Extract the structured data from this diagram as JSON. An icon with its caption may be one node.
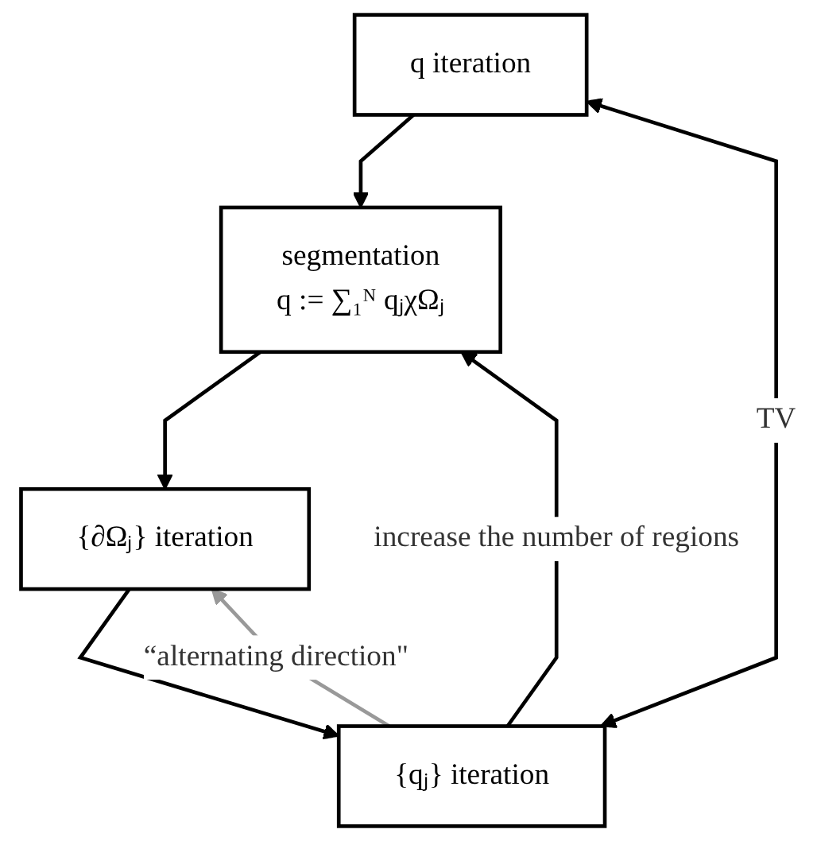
{
  "diagram": {
    "nodes": [
      {
        "text": [
          "q iteration"
        ]
      },
      {
        "text": [
          "segmentation",
          "q := ∑₁ᴺ qⱼχΩⱼ"
        ]
      },
      {
        "text": [
          "{∂Ωⱼ} iteration"
        ]
      },
      {
        "text": [
          "{qⱼ} iteration"
        ]
      }
    ],
    "edges": [
      {
        "from": 0,
        "to": 1,
        "arrow": "to"
      },
      {
        "from": 1,
        "to": 2,
        "arrow": "to"
      },
      {
        "from": 2,
        "to": 3,
        "arrow": "to"
      },
      {
        "from": 3,
        "to": 2,
        "arrow": "to",
        "label": "“alternating direction\"",
        "color": "#999999"
      },
      {
        "from": 3,
        "to": 1,
        "arrow": "to",
        "label": "increase the number of regions"
      },
      {
        "from": 3,
        "to": 0,
        "arrow": "both",
        "label": "TV"
      }
    ]
  }
}
